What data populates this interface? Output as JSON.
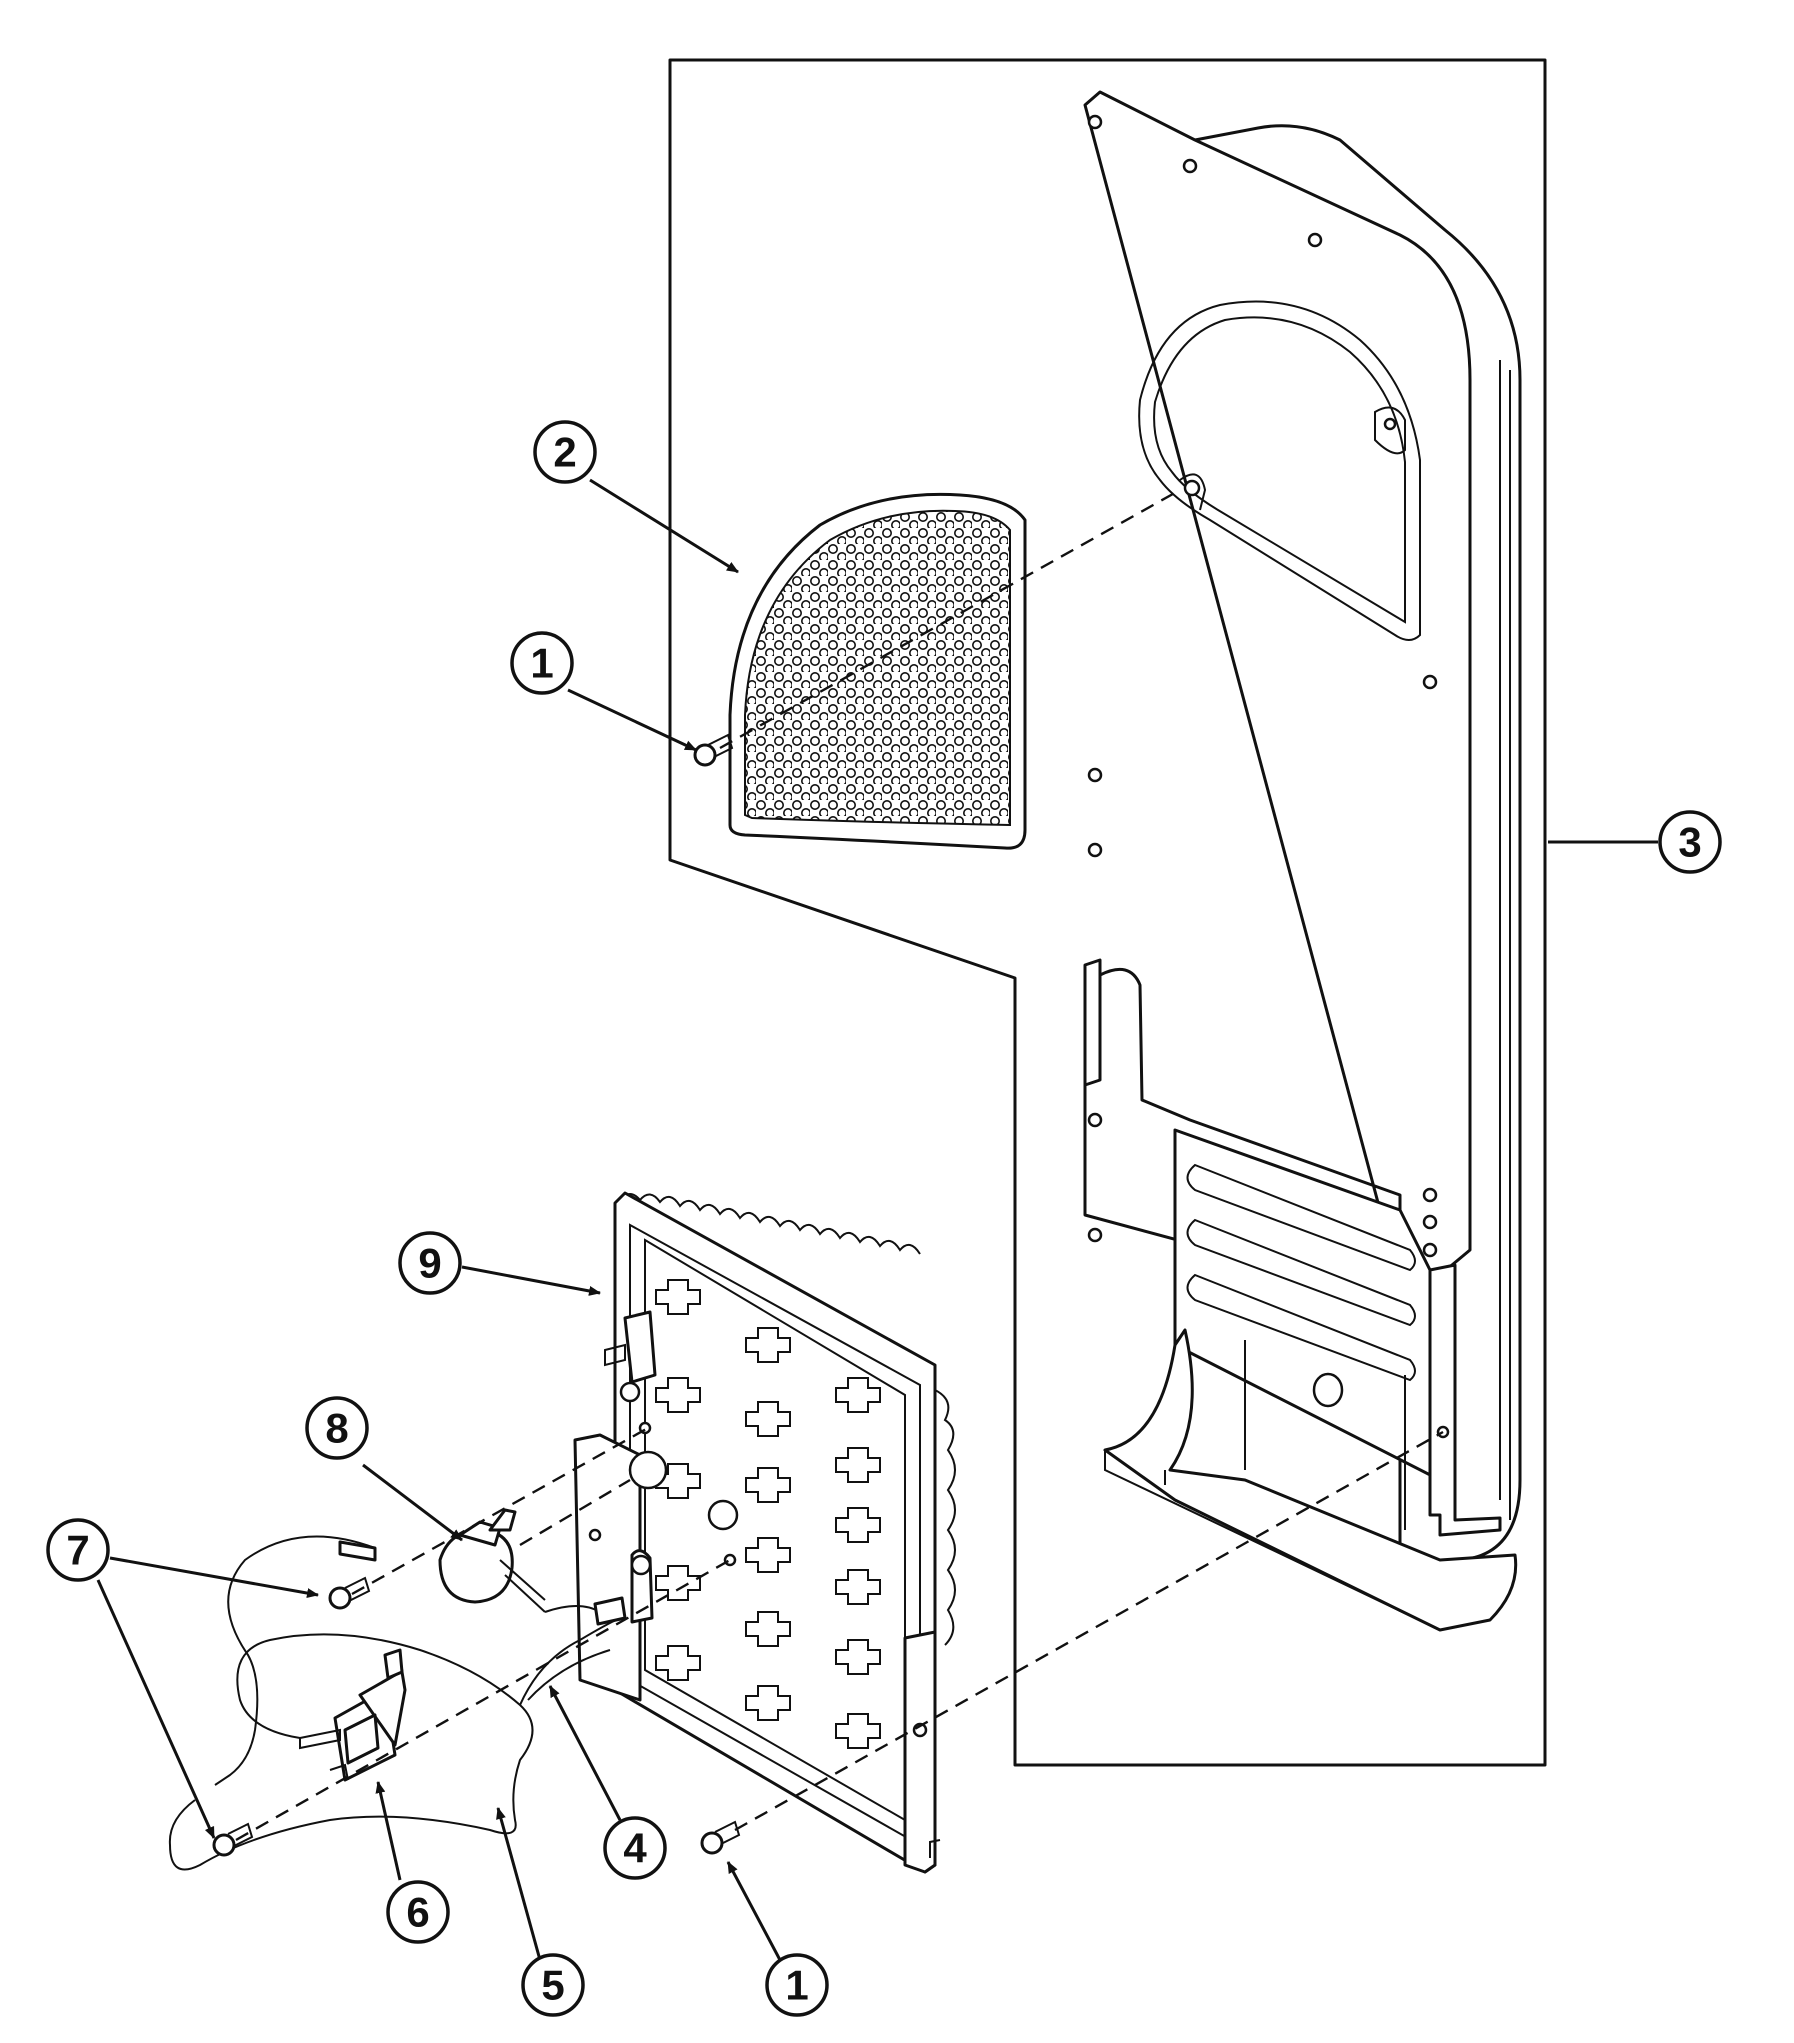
{
  "diagram": {
    "callouts": [
      {
        "id": "c2",
        "label": "2"
      },
      {
        "id": "c1a",
        "label": "1"
      },
      {
        "id": "c3",
        "label": "3"
      },
      {
        "id": "c9",
        "label": "9"
      },
      {
        "id": "c8",
        "label": "8"
      },
      {
        "id": "c7",
        "label": "7"
      },
      {
        "id": "c4",
        "label": "4"
      },
      {
        "id": "c6",
        "label": "6"
      },
      {
        "id": "c5",
        "label": "5"
      },
      {
        "id": "c1b",
        "label": "1"
      }
    ]
  }
}
